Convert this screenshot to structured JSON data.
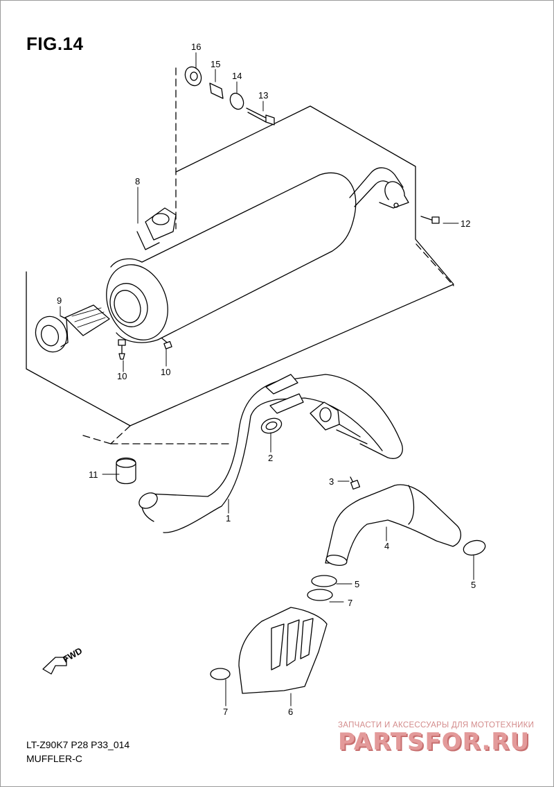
{
  "figure": {
    "title": "FIG.14"
  },
  "footer": {
    "model_code": "LT-Z90K7 P28 P33_014",
    "section_name": "MUFFLER-C"
  },
  "direction_badge": {
    "label": "FWD"
  },
  "watermark": {
    "subtitle": "ЗАПЧАСТИ И АКСЕССУАРЫ ДЛЯ МОТОТЕХНИКИ",
    "brand": "PARTSFOR.RU"
  },
  "callouts": {
    "c16": "16",
    "c15": "15",
    "c14": "14",
    "c13": "13",
    "c8": "8",
    "c12": "12",
    "c9": "9",
    "c10a": "10",
    "c10b": "10",
    "c2": "2",
    "c11": "11",
    "c3": "3",
    "c1": "1",
    "c4": "4",
    "c5a": "5",
    "c5b": "5",
    "c7a": "7",
    "c7b": "7",
    "c6": "6"
  }
}
